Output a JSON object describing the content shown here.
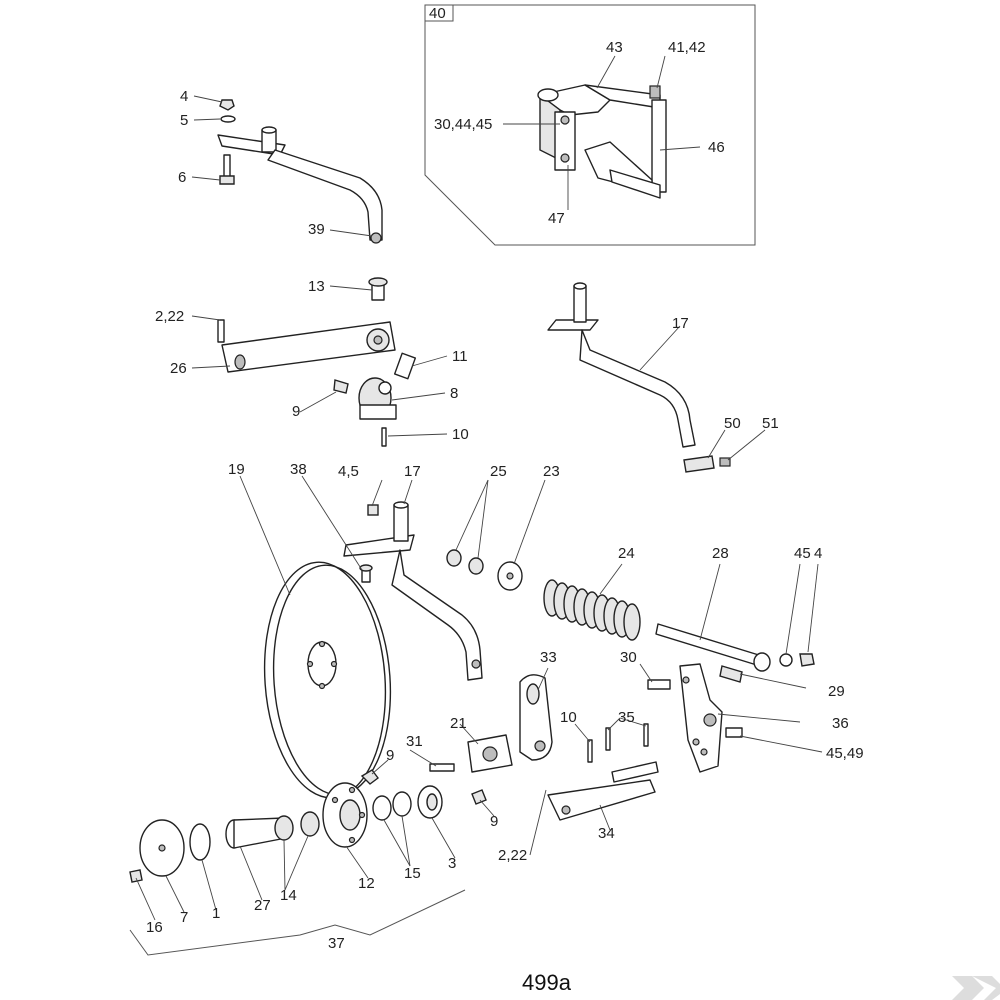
{
  "callouts": [
    {
      "id": "c4_top",
      "text": "4"
    },
    {
      "id": "c5_top",
      "text": "5"
    },
    {
      "id": "c6",
      "text": "6"
    },
    {
      "id": "c39",
      "text": "39"
    },
    {
      "id": "c13",
      "text": "13"
    },
    {
      "id": "c2_22_top",
      "text": "2,22"
    },
    {
      "id": "c26",
      "text": "26"
    },
    {
      "id": "c11",
      "text": "11"
    },
    {
      "id": "c8",
      "text": "8"
    },
    {
      "id": "c9_top",
      "text": "9"
    },
    {
      "id": "c10_top",
      "text": "10"
    },
    {
      "id": "c40",
      "text": "40"
    },
    {
      "id": "c43",
      "text": "43"
    },
    {
      "id": "c41_42",
      "text": "41,42"
    },
    {
      "id": "c30_44_45",
      "text": "30,44,45"
    },
    {
      "id": "c46",
      "text": "46"
    },
    {
      "id": "c47",
      "text": "47"
    },
    {
      "id": "c17_right",
      "text": "17"
    },
    {
      "id": "c50",
      "text": "50"
    },
    {
      "id": "c51",
      "text": "51"
    },
    {
      "id": "c19",
      "text": "19"
    },
    {
      "id": "c38",
      "text": "38"
    },
    {
      "id": "c4_5",
      "text": "4,5"
    },
    {
      "id": "c17_mid",
      "text": "17"
    },
    {
      "id": "c25",
      "text": "25"
    },
    {
      "id": "c23",
      "text": "23"
    },
    {
      "id": "c24",
      "text": "24"
    },
    {
      "id": "c28",
      "text": "28"
    },
    {
      "id": "c45_right",
      "text": "45"
    },
    {
      "id": "c4_right",
      "text": "4"
    },
    {
      "id": "c33",
      "text": "33"
    },
    {
      "id": "c30_mid",
      "text": "30"
    },
    {
      "id": "c29",
      "text": "29"
    },
    {
      "id": "c21",
      "text": "21"
    },
    {
      "id": "c10_mid",
      "text": "10"
    },
    {
      "id": "c35",
      "text": "35"
    },
    {
      "id": "c36",
      "text": "36"
    },
    {
      "id": "c45_49",
      "text": "45,49"
    },
    {
      "id": "c31",
      "text": "31"
    },
    {
      "id": "c9_mid",
      "text": "9"
    },
    {
      "id": "c9_low",
      "text": "9"
    },
    {
      "id": "c2_22_low",
      "text": "2,22"
    },
    {
      "id": "c34",
      "text": "34"
    },
    {
      "id": "c16",
      "text": "16"
    },
    {
      "id": "c7",
      "text": "7"
    },
    {
      "id": "c1",
      "text": "1"
    },
    {
      "id": "c27",
      "text": "27"
    },
    {
      "id": "c14",
      "text": "14"
    },
    {
      "id": "c12",
      "text": "12"
    },
    {
      "id": "c15",
      "text": "15"
    },
    {
      "id": "c3",
      "text": "3"
    },
    {
      "id": "c37",
      "text": "37"
    }
  ],
  "diagram_code": "499a"
}
